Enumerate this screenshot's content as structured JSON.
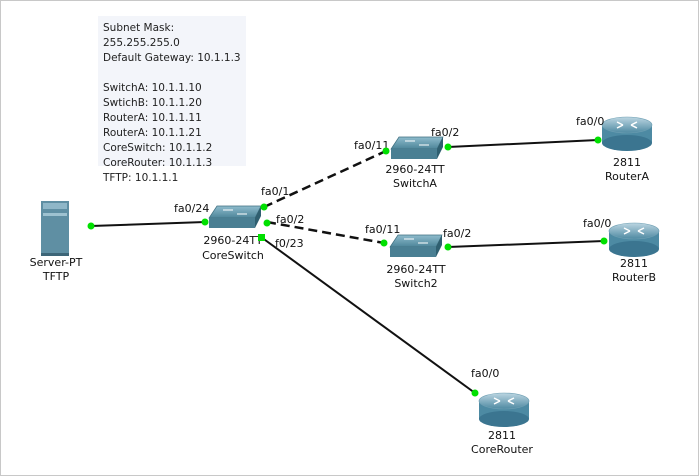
{
  "info_note": {
    "lines": [
      "Subnet Mask: 255.255.255.0",
      "Default Gateway: 10.1.1.3"
    ],
    "hosts": [
      "SwitchA: 10.1.1.10",
      "SwtichB: 10.1.1.20",
      "RouterA: 10.1.1.11",
      "RouterA: 10.1.1.21",
      "CoreSwitch: 10.1.1.2",
      "CoreRouter: 10.1.1.3",
      "TFTP: 10.1.1.1"
    ]
  },
  "devices": {
    "server": {
      "model": "Server-PT",
      "name": "TFTP"
    },
    "core_switch": {
      "model": "2960-24TT",
      "name": "CoreSwitch"
    },
    "switch_a": {
      "model": "2960-24TT",
      "name": "SwitchA"
    },
    "switch_2": {
      "model": "2960-24TT",
      "name": "Switch2"
    },
    "router_a": {
      "model": "2811",
      "name": "RouterA"
    },
    "router_b": {
      "model": "2811",
      "name": "RouterB"
    },
    "core_router": {
      "model": "2811",
      "name": "CoreRouter"
    }
  },
  "ports": {
    "core_fa0_24": "fa0/24",
    "core_fa0_1": "fa0/1",
    "core_fa0_2": "fa0/2",
    "core_f0_23": "f0/23",
    "swa_fa0_11": "fa0/11",
    "swa_fa0_2": "fa0/2",
    "ra_fa0_0": "fa0/0",
    "sw2_fa0_11": "fa0/11",
    "sw2_fa0_2": "fa0/2",
    "rb_fa0_0": "fa0/0",
    "cr_fa0_0": "fa0/0"
  },
  "colors": {
    "link_up": "#00e000",
    "cable": "#111111",
    "device": "#5b93a8"
  }
}
